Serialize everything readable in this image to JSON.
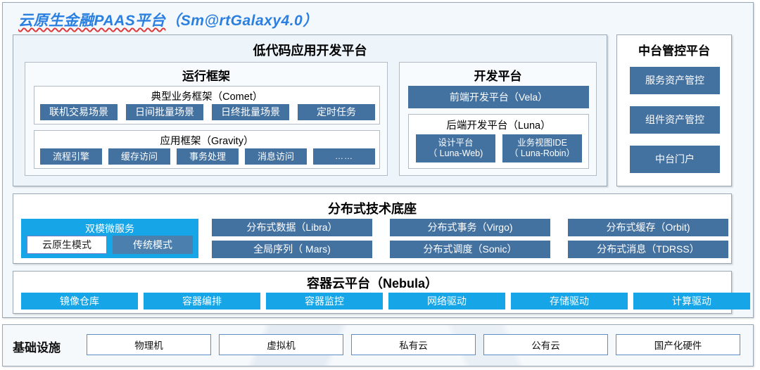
{
  "title": {
    "zh": "云原生金融PAAS平台",
    "en": "（Sm@rtGalaxy4.0）"
  },
  "lowcode": {
    "heading": "低代码应用开发平台",
    "runtime": {
      "heading": "运行框架",
      "comet": {
        "heading": "典型业务框架（Comet）",
        "items": [
          "联机交易场景",
          "日间批量场景",
          "日终批量场景",
          "定时任务"
        ]
      },
      "gravity": {
        "heading": "应用框架（Gravity）",
        "items": [
          "流程引擎",
          "缓存访问",
          "事务处理",
          "消息访问",
          "……"
        ]
      }
    },
    "devplat": {
      "heading": "开发平台",
      "frontend": "前端开发平台（Vela）",
      "backend": {
        "heading": "后端开发平台（Luna）",
        "items": [
          "设计平台\n（ Luna-Web)",
          "业务视图IDE\n（ Luna-Robin）"
        ]
      }
    }
  },
  "midoffice": {
    "heading": "中台管控平台",
    "items": [
      "服务资产管控",
      "组件资产管控",
      "中台门户"
    ]
  },
  "foundation": {
    "heading": "分布式技术底座",
    "dualmode": {
      "heading": "双模微服务",
      "cloudnative": "云原生模式",
      "traditional": "传统模式"
    },
    "items": [
      "分布式数据（Libra）",
      "分布式事务（Virgo)",
      "分布式缓存（Orbit)",
      "全局序列（ Mars)",
      "分布式调度（Sonic）",
      "分布式消息（TDRSS）"
    ]
  },
  "container": {
    "heading": "容器云平台（Nebula）",
    "items": [
      "镜像仓库",
      "容器编排",
      "容器监控",
      "网络驱动",
      "存储驱动",
      "计算驱动"
    ]
  },
  "infrastructure": {
    "label": "基础设施",
    "items": [
      "物理机",
      "虚拟机",
      "私有云",
      "公有云",
      "国产化硬件"
    ]
  },
  "colors": {
    "accent_blue": "#4472a0",
    "accent_cyan": "#16a6e8",
    "title_blue": "#2a7fe0",
    "spellcheck_red": "#e03b3b",
    "panel_bg": "#edf4fa",
    "frame_border": "#9aa7b4"
  }
}
